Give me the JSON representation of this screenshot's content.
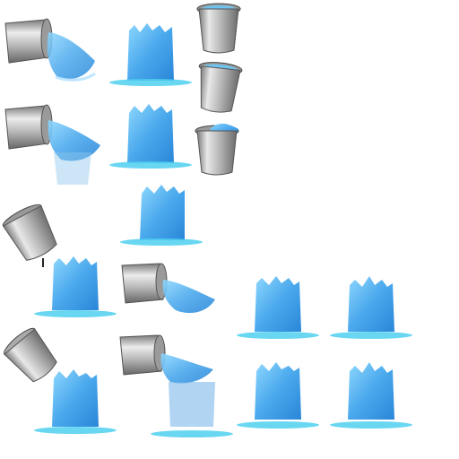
{
  "sheet": {
    "background": "#ffffff",
    "frame_types": [
      "bucket-full",
      "bucket-pouring",
      "bucket-tipped",
      "bucket-empty-tipped",
      "water-splash",
      "water-splash-faded"
    ]
  },
  "colors": {
    "steel_light": "#e6e6e6",
    "steel_mid": "#b4b4b4",
    "steel_dark": "#6e6e6e",
    "water_light": "#aee6ff",
    "water_mid": "#5ab4ee",
    "water_dark": "#1e7ed6",
    "puddle": "#4fd0f0"
  }
}
